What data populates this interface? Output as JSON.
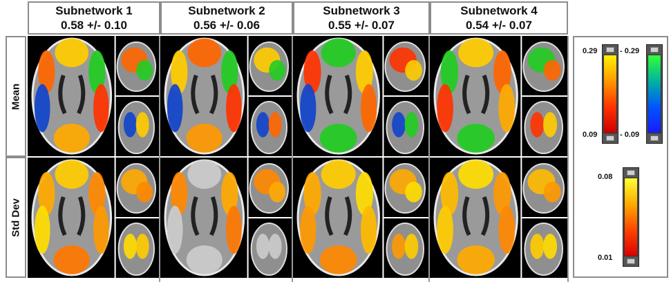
{
  "columns": [
    {
      "title": "Subnetwork 1",
      "score": "0.58 +/- 0.10"
    },
    {
      "title": "Subnetwork 2",
      "score": "0.56 +/- 0.06"
    },
    {
      "title": "Subnetwork 3",
      "score": "0.55 +/- 0.07"
    },
    {
      "title": "Subnetwork 4",
      "score": "0.54 +/- 0.07"
    }
  ],
  "rows": [
    {
      "label": "Mean"
    },
    {
      "label": "Std Dev"
    }
  ],
  "legend": {
    "positive_bar": {
      "max": "0.29",
      "min": "0.09",
      "colors": [
        "#fff200",
        "#ff9900",
        "#ff3300",
        "#cc0000"
      ]
    },
    "negative_bar": {
      "max": "- 0.29",
      "min": "- 0.09",
      "colors": [
        "#33ff33",
        "#00b3a0",
        "#0055ff",
        "#1a1aff"
      ]
    },
    "std_bar": {
      "max": "0.08",
      "min": "0.01",
      "colors": [
        "#ffff33",
        "#ffaa00",
        "#ff4400",
        "#dd0000"
      ]
    }
  },
  "icons": {
    "brain_axial": "brain-axial-slice",
    "brain_sagittal": "brain-sagittal-slice",
    "brain_coronal": "brain-coronal-slice"
  }
}
